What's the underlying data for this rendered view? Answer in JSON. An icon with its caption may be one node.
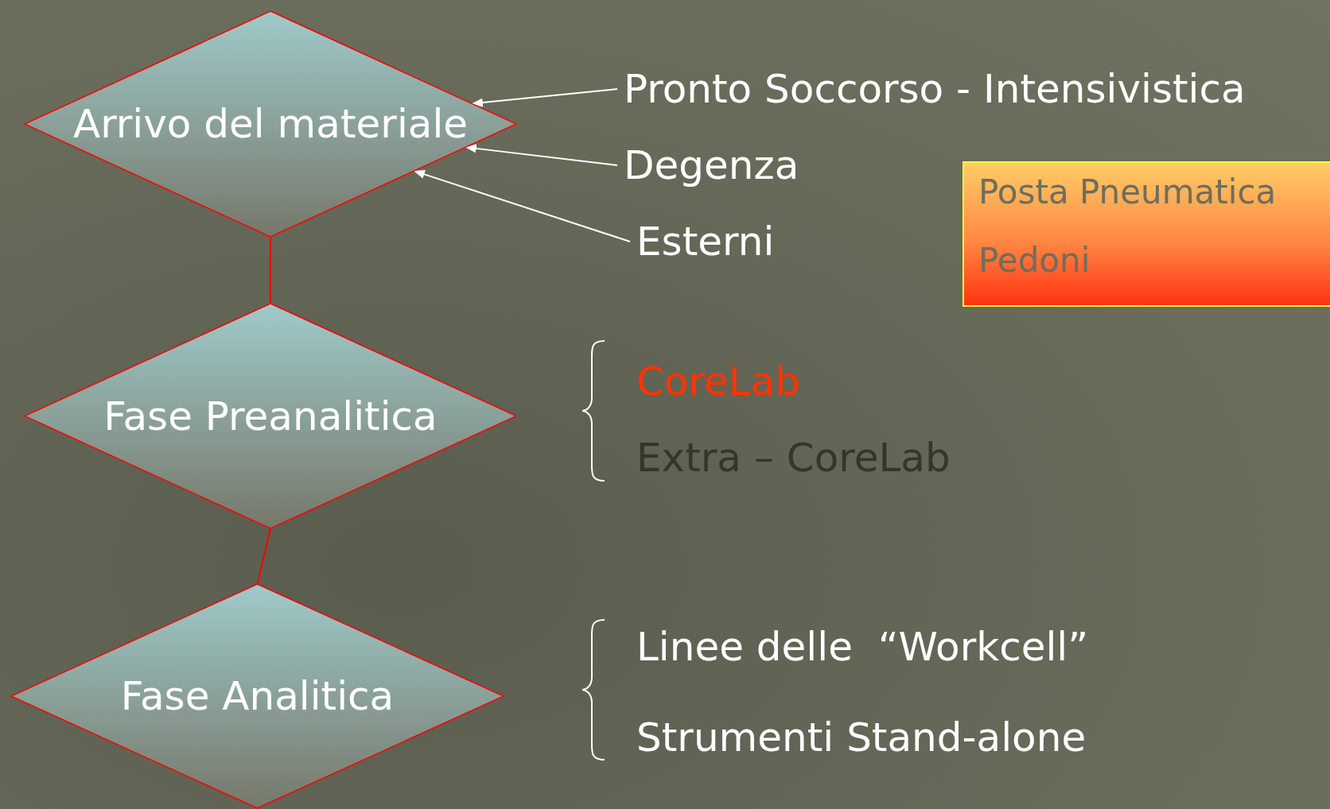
{
  "diagram": {
    "nodes": [
      {
        "text": [
          "Arrivo del materiale"
        ]
      },
      {
        "text": [
          "Fase Preanalitica"
        ]
      },
      {
        "text": [
          "Fase Analitica"
        ]
      },
      {
        "text": [
          "Pronto Soccorso - Intensivistica"
        ]
      },
      {
        "text": [
          "Degenza"
        ]
      },
      {
        "text": [
          "Esterni"
        ]
      },
      {
        "text": [
          "Posta Pneumatica",
          "Pedoni"
        ]
      }
    ],
    "edges": [
      {
        "from": 0,
        "to": 1,
        "arrow": "none",
        "color": "#ff0000"
      },
      {
        "from": 1,
        "to": 2,
        "arrow": "none",
        "color": "#ff0000"
      },
      {
        "from": 3,
        "to": 0,
        "arrow": "to"
      },
      {
        "from": 4,
        "to": 0,
        "arrow": "to"
      },
      {
        "from": 5,
        "to": 0,
        "arrow": "to"
      }
    ],
    "labels": [
      "CoreLab",
      "Extra – CoreLab",
      "Linee delle  “Workcell”",
      "Strumenti Stand-alone"
    ]
  }
}
